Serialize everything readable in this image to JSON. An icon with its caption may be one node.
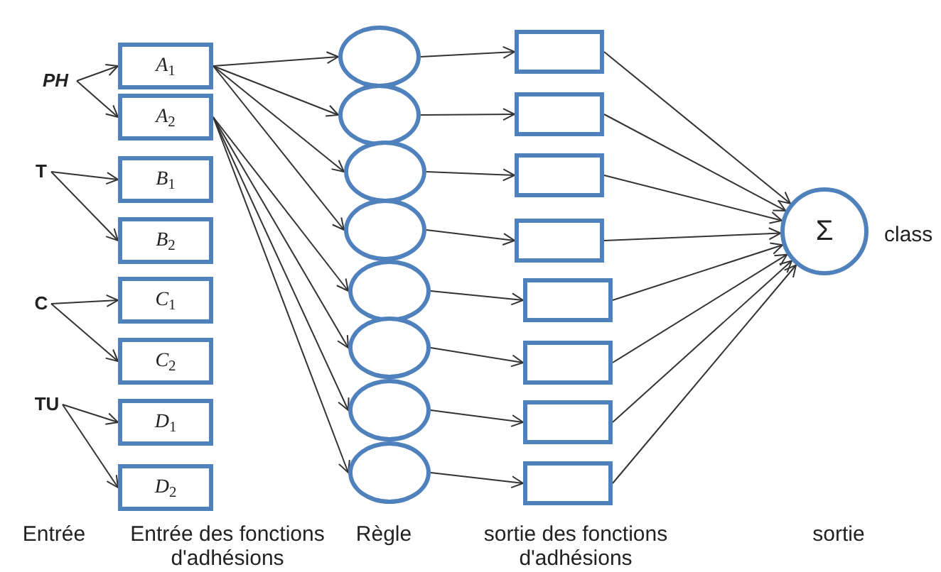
{
  "diagram": {
    "nodes": [
      {
        "text": [
          "*PH*"
        ]
      },
      {
        "text": [
          "T"
        ]
      },
      {
        "text": [
          "C"
        ]
      },
      {
        "text": [
          "TU"
        ]
      },
      {
        "text": [
          "*A*$_{1}$"
        ]
      },
      {
        "text": [
          "*A*$_{2}$"
        ]
      },
      {
        "text": [
          "*B*$_{1}$"
        ]
      },
      {
        "text": [
          "*B*$_{2}$"
        ]
      },
      {
        "text": [
          "*C*$_{1}$"
        ]
      },
      {
        "text": [
          "*C*$_{2}$"
        ]
      },
      {
        "text": [
          "*D*$_{1}$"
        ]
      },
      {
        "text": [
          "*D*$_{2}$"
        ]
      },
      {
        "text": [],
        "shape": "circle"
      },
      {
        "text": [],
        "shape": "circle"
      },
      {
        "text": [],
        "shape": "circle"
      },
      {
        "text": [],
        "shape": "circle"
      },
      {
        "text": [],
        "shape": "circle"
      },
      {
        "text": [],
        "shape": "circle"
      },
      {
        "text": [],
        "shape": "circle"
      },
      {
        "text": [],
        "shape": "circle"
      },
      {
        "text": [],
        "shape": "box"
      },
      {
        "text": [],
        "shape": "box"
      },
      {
        "text": [],
        "shape": "box"
      },
      {
        "text": [],
        "shape": "box"
      },
      {
        "text": [],
        "shape": "box"
      },
      {
        "text": [],
        "shape": "box"
      },
      {
        "text": [],
        "shape": "box"
      },
      {
        "text": [],
        "shape": "box"
      },
      {
        "text": [
          "Σ"
        ],
        "beside": [
          "class"
        ]
      }
    ],
    "edges": [
      {
        "from": 0,
        "to": 4,
        "arrow": "to"
      },
      {
        "from": 0,
        "to": 5,
        "arrow": "to"
      },
      {
        "from": 1,
        "to": 6,
        "arrow": "to"
      },
      {
        "from": 1,
        "to": 7,
        "arrow": "to"
      },
      {
        "from": 2,
        "to": 8,
        "arrow": "to"
      },
      {
        "from": 2,
        "to": 9,
        "arrow": "to"
      },
      {
        "from": 3,
        "to": 10,
        "arrow": "to"
      },
      {
        "from": 3,
        "to": 11,
        "arrow": "to"
      },
      {
        "from": 4,
        "to": 12,
        "arrow": "to"
      },
      {
        "from": 4,
        "to": 13,
        "arrow": "to"
      },
      {
        "from": 4,
        "to": 14,
        "arrow": "to"
      },
      {
        "from": 4,
        "to": 15,
        "arrow": "to"
      },
      {
        "from": 5,
        "to": 16,
        "arrow": "to"
      },
      {
        "from": 5,
        "to": 17,
        "arrow": "to"
      },
      {
        "from": 5,
        "to": 18,
        "arrow": "to"
      },
      {
        "from": 5,
        "to": 19,
        "arrow": "to"
      },
      {
        "from": 12,
        "to": 20,
        "arrow": "to"
      },
      {
        "from": 13,
        "to": 21,
        "arrow": "to"
      },
      {
        "from": 14,
        "to": 22,
        "arrow": "to"
      },
      {
        "from": 15,
        "to": 23,
        "arrow": "to"
      },
      {
        "from": 16,
        "to": 24,
        "arrow": "to"
      },
      {
        "from": 17,
        "to": 25,
        "arrow": "to"
      },
      {
        "from": 18,
        "to": 26,
        "arrow": "to"
      },
      {
        "from": 19,
        "to": 27,
        "arrow": "to"
      },
      {
        "from": 20,
        "to": 28,
        "arrow": "to"
      },
      {
        "from": 21,
        "to": 28,
        "arrow": "to"
      },
      {
        "from": 22,
        "to": 28,
        "arrow": "to"
      },
      {
        "from": 23,
        "to": 28,
        "arrow": "to"
      },
      {
        "from": 24,
        "to": 28,
        "arrow": "to"
      },
      {
        "from": 25,
        "to": 28,
        "arrow": "to"
      },
      {
        "from": 26,
        "to": 28,
        "arrow": "to"
      },
      {
        "from": 27,
        "to": 28,
        "arrow": "to"
      }
    ],
    "labels": [
      "Entrée",
      "Entrée des fonctions d'adhésions",
      "Règle",
      "sortie des fonctions d'adhésions",
      "sortie"
    ]
  }
}
